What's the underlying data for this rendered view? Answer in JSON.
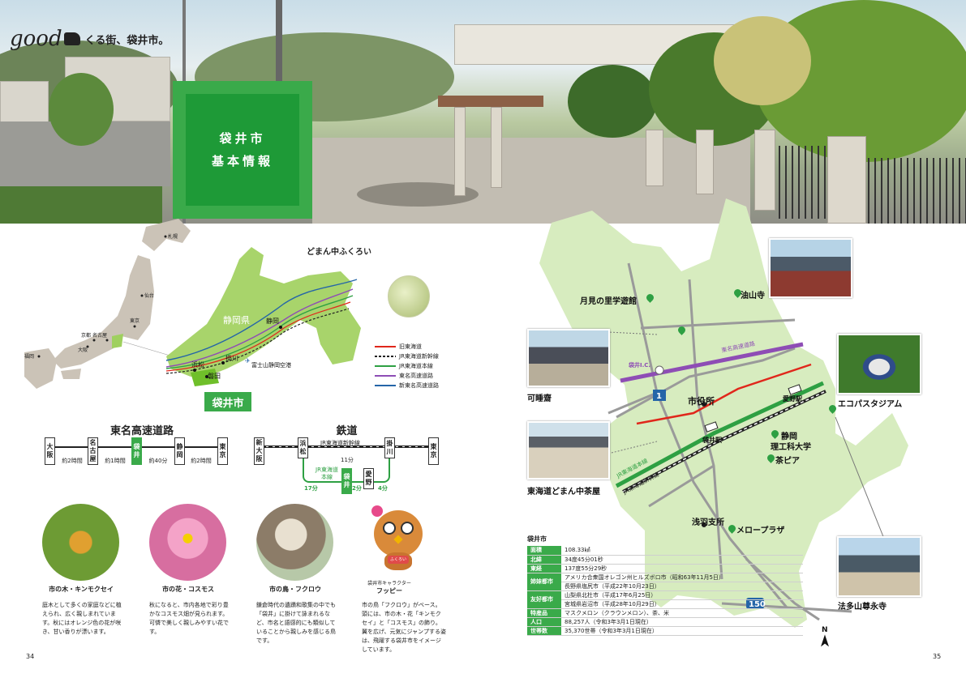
{
  "header": {
    "good": "good",
    "tagline_rest": "くる街、袋井市。",
    "title_line1": "袋井市",
    "title_line2": "基本情報"
  },
  "japan_map": {
    "cities": [
      "札幌",
      "仙台",
      "東京",
      "名古屋",
      "京都",
      "大阪",
      "福岡"
    ]
  },
  "shizuoka_map": {
    "title": "どまん中ふくろい",
    "prefecture": "静岡県",
    "cities": [
      "静岡",
      "浜松",
      "掛川",
      "磐田"
    ],
    "airport": "富士山静岡空港",
    "highlight": "袋井市",
    "legend": [
      {
        "label": "旧東海道",
        "color": "#e0271b"
      },
      {
        "label": "JR東海道新幹線",
        "color": "#222222"
      },
      {
        "label": "JR東海道本線",
        "color": "#2ea043"
      },
      {
        "label": "東名高速道路",
        "color": "#8e4db5"
      },
      {
        "label": "新東名高速道路",
        "color": "#2565a8"
      }
    ]
  },
  "expressway": {
    "title": "東名高速道路",
    "stops": [
      "大阪",
      "名古屋",
      "袋井",
      "静岡",
      "東京"
    ],
    "times": [
      "約2時間",
      "約1時間",
      "約40分",
      "約2時間"
    ]
  },
  "railway": {
    "title": "鉄道",
    "top_stops": [
      "新大阪",
      "浜松",
      "掛川",
      "東京"
    ],
    "shinkansen": "JR東海道新幹線",
    "time_11": "11分",
    "honsen": "JR東海道本線",
    "bottom_stops": [
      "袋井",
      "愛野"
    ],
    "times": [
      "17分",
      "2分",
      "4分"
    ]
  },
  "symbols": [
    {
      "caption": "市の木・キンモクセイ",
      "desc": "庭木として多くの家庭などに植えられ、広く親しまれています。秋にはオレンジ色の花が咲き、甘い香りが漂います。"
    },
    {
      "caption": "市の花・コスモス",
      "desc": "秋になると、市内各地で彩り豊かなコスモス畑が見られます。可憐で美しく親しみやすい花です。"
    },
    {
      "caption": "市の鳥・フクロウ",
      "desc": "鎌倉時代の遺蹟和歌集の中でも「袋井」に掛けて詠まれるなど、市名と語感的にも類似していることから親しみを感じる鳥です。"
    },
    {
      "sub": "袋井市キャラクター",
      "caption": "フッピー",
      "badge": "ふくろい",
      "desc": "市の鳥「フクロウ」がベース。頭には、市の木・花「キンモクセイ」と「コスモス」の飾り。翼を広げ、元気にジャンプする姿は、飛躍する袋井市をイメージしています。"
    }
  ],
  "page_numbers": {
    "left": "34",
    "right": "35"
  },
  "area_map": {
    "places": [
      "月見の里学遊館",
      "油山寺",
      "可睡齋",
      "市役所",
      "愛野駅",
      "袋井駅",
      "エコパスタジアム",
      "静岡",
      "理工科大学",
      "茶ピア",
      "東海道どまん中茶屋",
      "浅羽支所",
      "メロープラザ",
      "法多山尊永寺"
    ],
    "roads": {
      "tomei": "東名高速道路",
      "ic": "袋井I.C.",
      "honsen": "JR東海道本線",
      "shinkansen": "JR東海道新幹線"
    },
    "route_numbers": [
      "1",
      "150"
    ],
    "north": "N"
  },
  "facts": {
    "title": "袋井市",
    "rows": [
      {
        "k": "面積",
        "v": "108.33㎢"
      },
      {
        "k": "北緯",
        "v": "34度45分01秒"
      },
      {
        "k": "東経",
        "v": "137度55分29秒"
      },
      {
        "k": "姉妹都市",
        "v": "アメリカ合衆国オレゴン州ヒルズボロ市（昭和63年11月5日）",
        "v2": "長野県塩尻市（平成22年10月23日）"
      },
      {
        "k": "友好都市",
        "v": "山梨県北杜市（平成17年6月25日）",
        "v2": "宮城県岩沼市（平成28年10月29日）"
      },
      {
        "k": "特産品",
        "v": "マスクメロン（クラウンメロン）、茶、米"
      },
      {
        "k": "人口",
        "v": "88,257人（令和3年3月1日現在）"
      },
      {
        "k": "世帯数",
        "v": "35,370世帯（令和3年3月1日現在）"
      }
    ]
  }
}
